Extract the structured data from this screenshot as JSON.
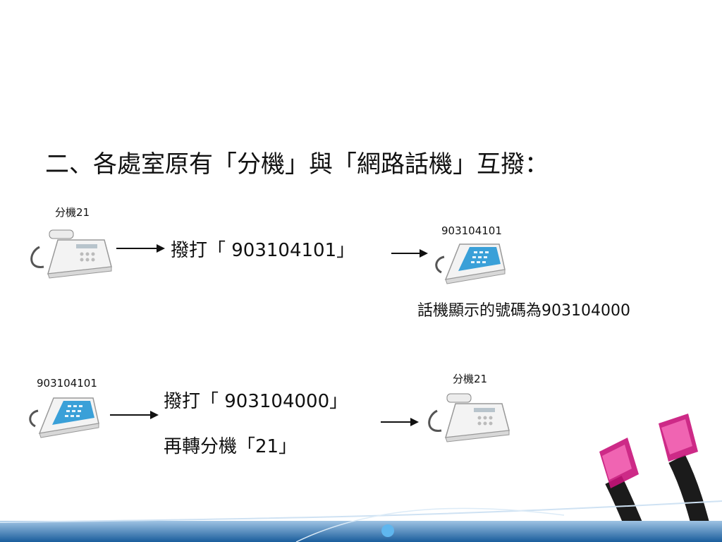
{
  "title": "二、各處室原有「分機」與「網路話機」互撥：",
  "scenario1": {
    "caller_label": "分機21",
    "callee_label": "903104101",
    "dial_text": "撥打「 903104101」",
    "display_note": "話機顯示的號碼為903104000"
  },
  "scenario2": {
    "caller_label": "903104101",
    "callee_label": "分機21",
    "dial_text_1": "撥打「 903104000」",
    "dial_text_2": "再轉分機「21」"
  },
  "colors": {
    "phone_white": "#f2f2f2",
    "phone_blue": "#3aa0d8",
    "footer_blue": "#1a5d9c",
    "cable_pink": "#d4217f"
  }
}
